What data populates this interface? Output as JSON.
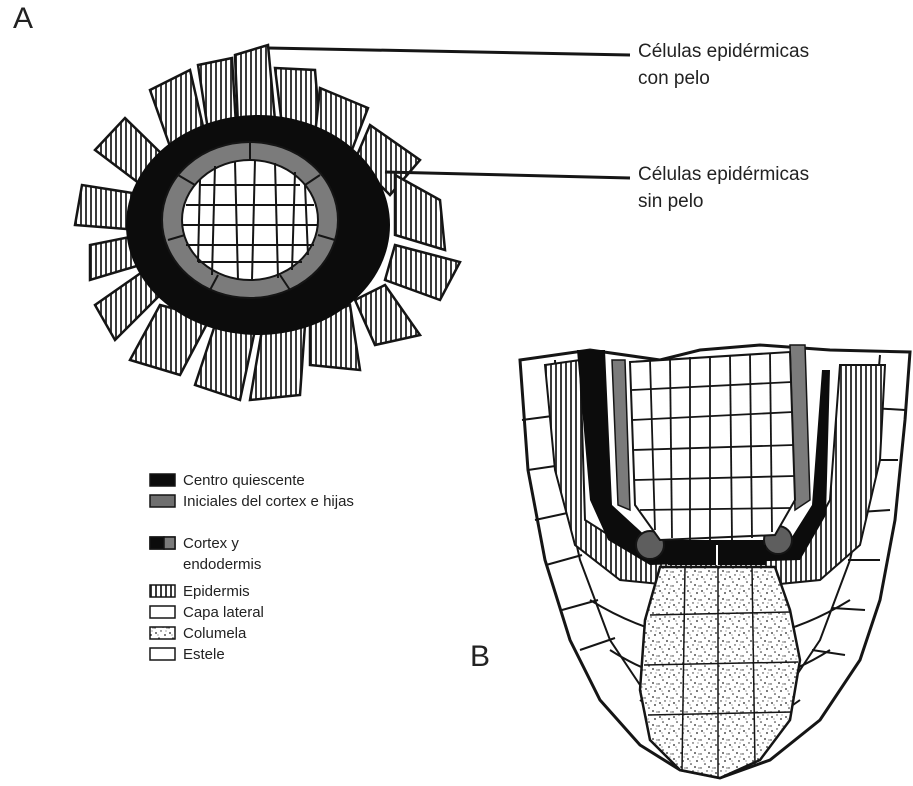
{
  "panels": {
    "a_label": "A",
    "b_label": "B"
  },
  "callouts": [
    {
      "line1": "Células epidérmicas",
      "line2": "con pelo"
    },
    {
      "line1": "Células epidérmicas",
      "line2": "sin pelo"
    }
  ],
  "legend": {
    "items": [
      {
        "label": "Centro quiescente",
        "swatch": "solid-black"
      },
      {
        "label": "Iniciales del cortex e hijas",
        "swatch": "solid-gray"
      },
      {
        "label": "Cortex y endodermis",
        "swatch": "black-gray-split"
      },
      {
        "label": "Epidermis",
        "swatch": "vertical-stripes"
      },
      {
        "label": "Capa lateral",
        "swatch": "outline-white"
      },
      {
        "label": "Columela",
        "swatch": "speckled"
      },
      {
        "label": "Estele",
        "swatch": "outline-white"
      }
    ]
  },
  "colors": {
    "quiescent": "#0c0c0c",
    "initials": "#7b7b7b",
    "stripe": "#3a3a3a",
    "outline": "#151515"
  }
}
